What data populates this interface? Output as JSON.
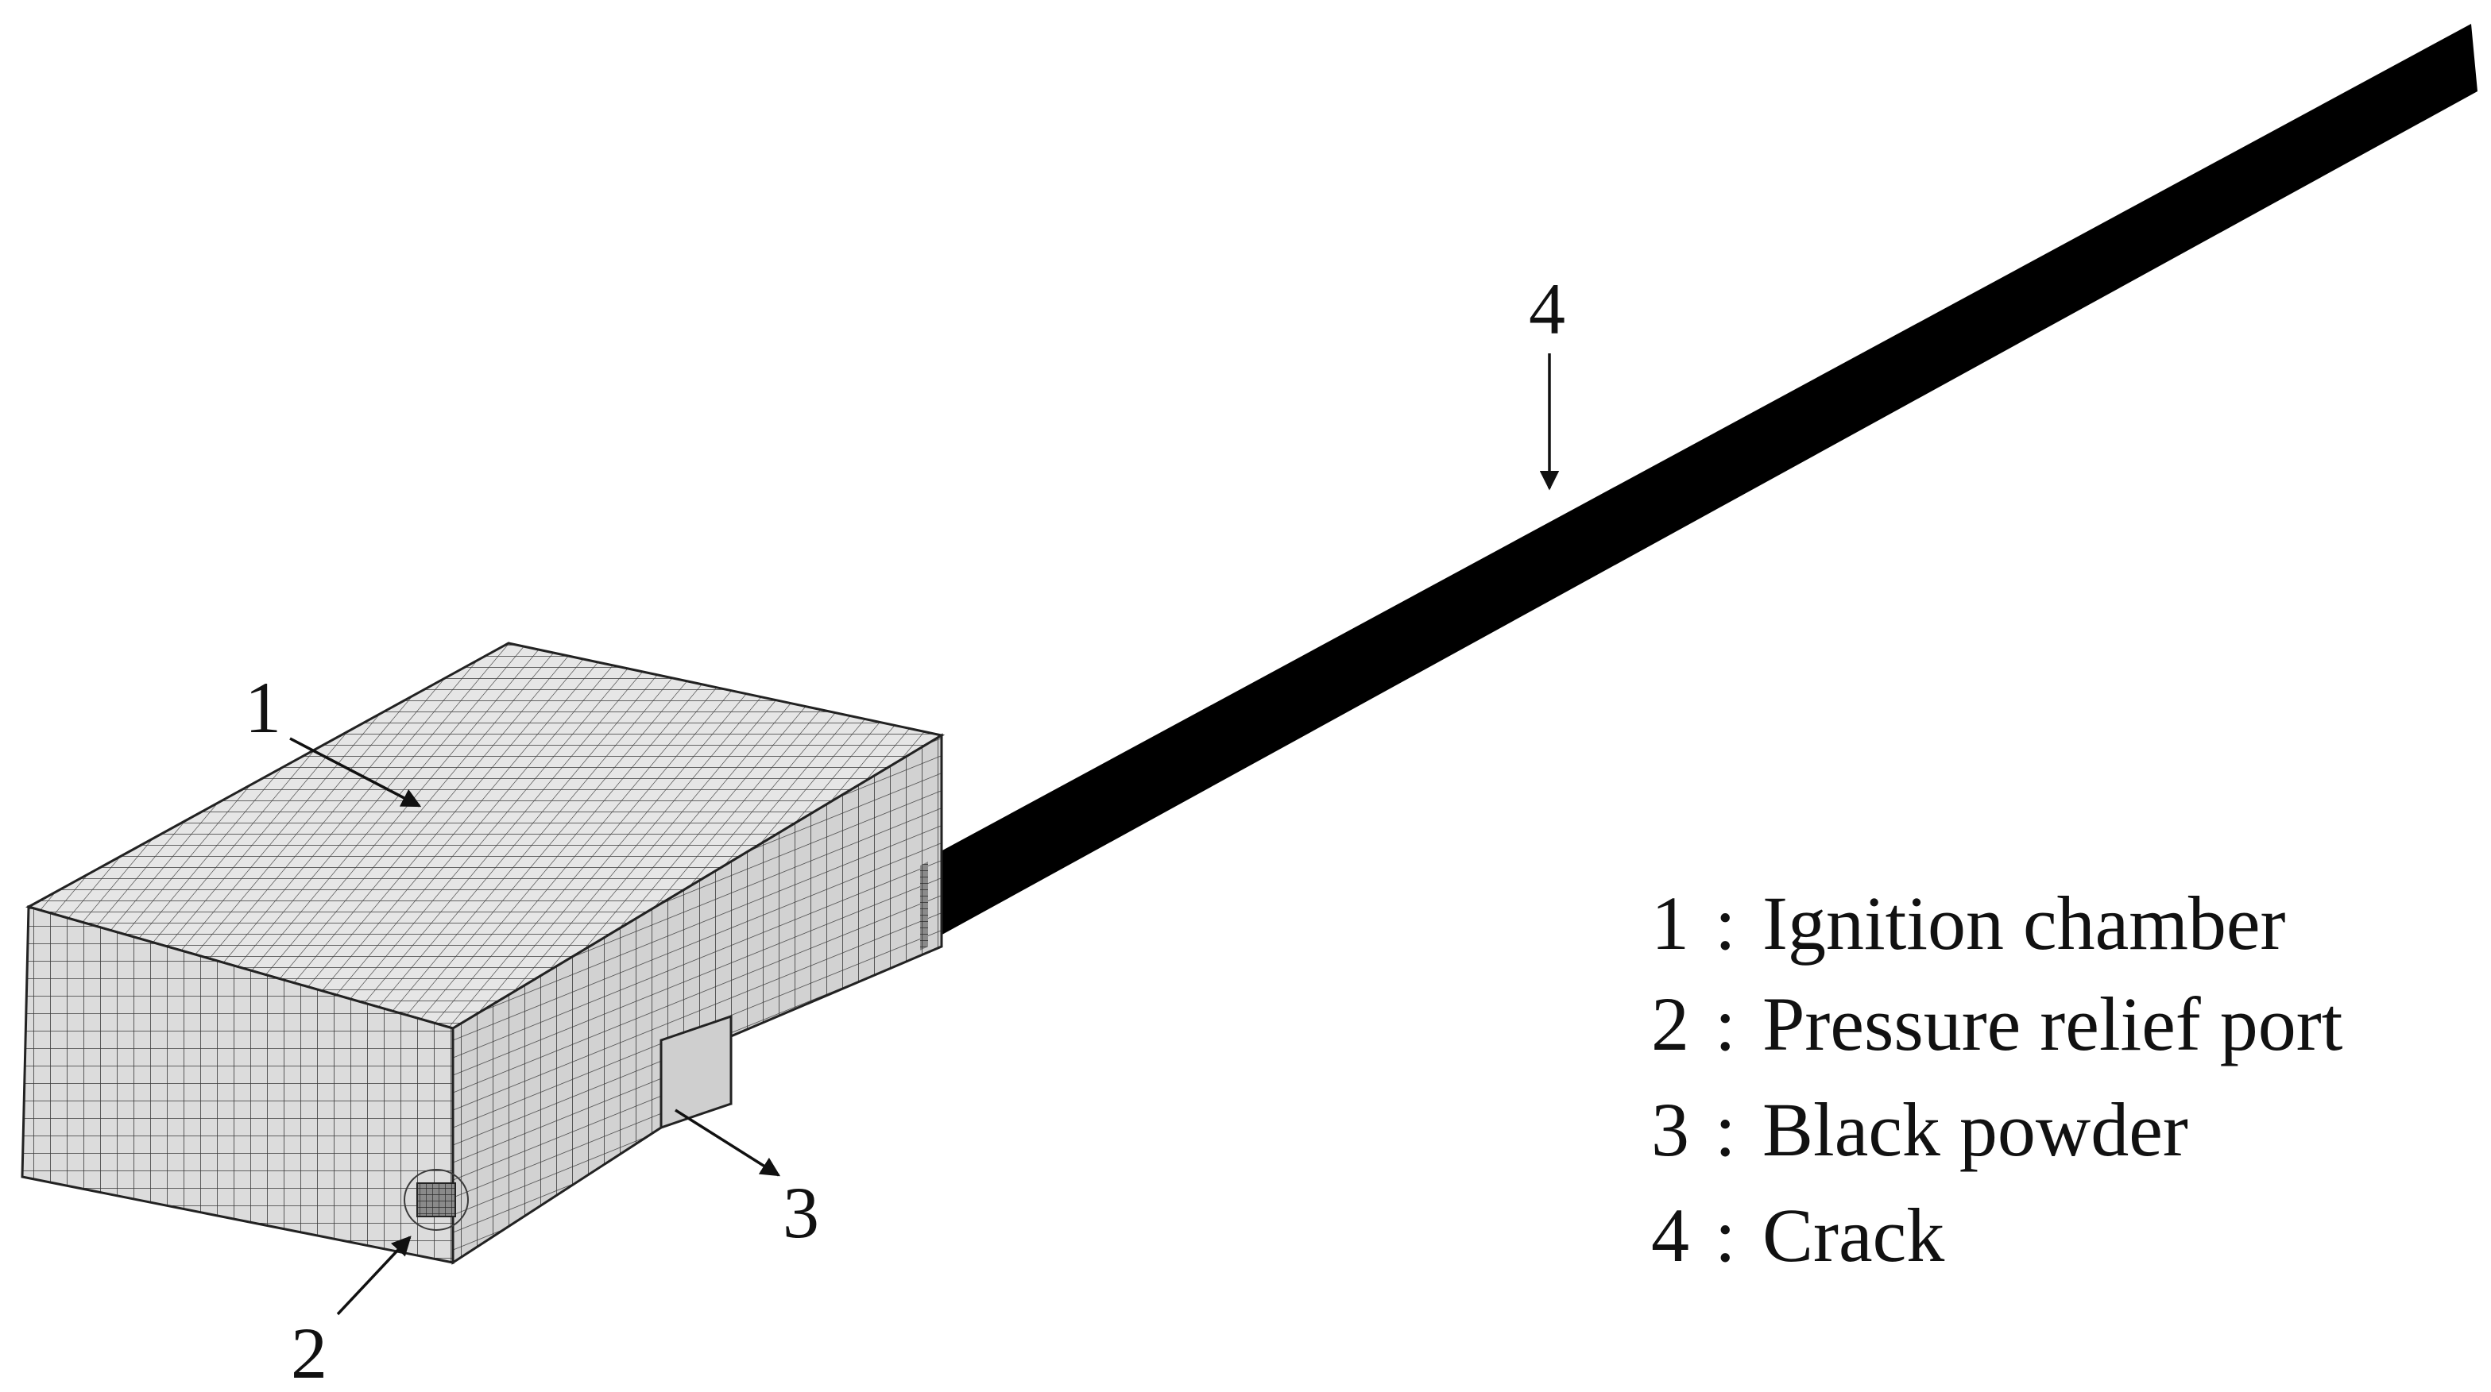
{
  "callouts": {
    "c1": "1",
    "c2": "2",
    "c3": "3",
    "c4": "4"
  },
  "legend": [
    {
      "num": "1",
      "sep": ":",
      "text": "Ignition chamber"
    },
    {
      "num": "2",
      "sep": ":",
      "text": "Pressure relief port"
    },
    {
      "num": "3",
      "sep": ":",
      "text": "Black powder"
    },
    {
      "num": "4",
      "sep": ":",
      "text": "Crack"
    }
  ],
  "colors": {
    "mesh_line": "#3a3a3a",
    "top_face": "#e6e6e6",
    "front_face": "#dcdcdc",
    "side_face": "#d2d2d2",
    "crack": "#000000",
    "text": "#111111"
  }
}
